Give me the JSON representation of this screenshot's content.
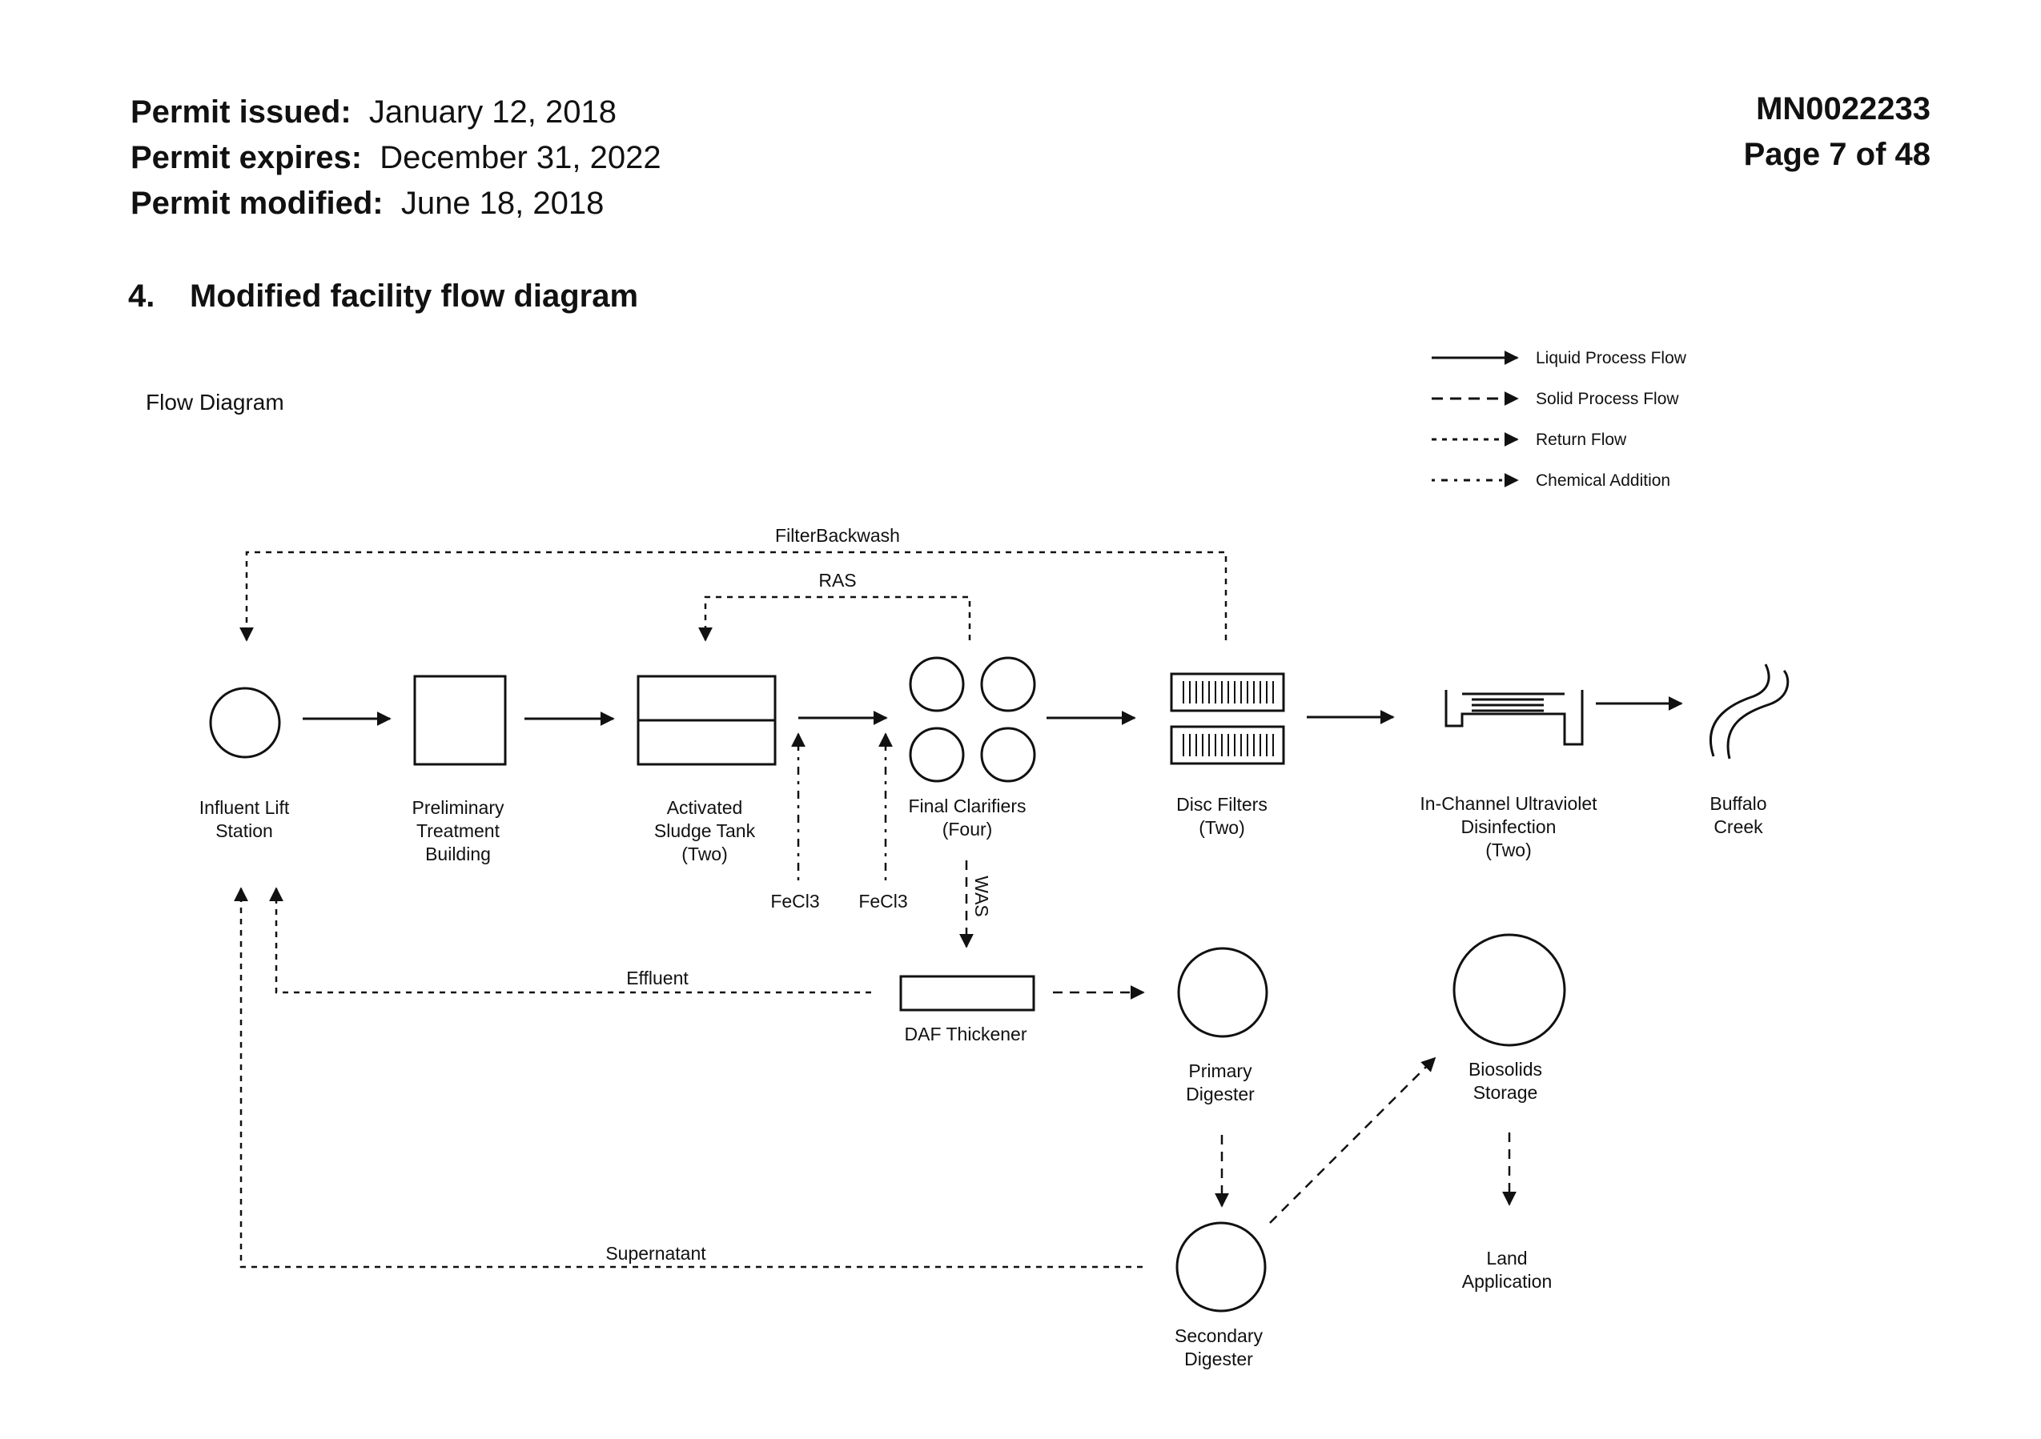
{
  "header": {
    "issued_label": "Permit issued:",
    "issued_value": "January 12, 2018",
    "expires_label": "Permit expires:",
    "expires_value": "December 31, 2022",
    "modified_label": "Permit modified:",
    "modified_value": "June 18, 2018",
    "permit_number": "MN0022233",
    "page": "Page 7 of 48"
  },
  "section": {
    "number": "4.",
    "title": "Modified facility flow diagram"
  },
  "diagram": {
    "caption": "Flow Diagram",
    "legend": [
      {
        "label": "Liquid Process Flow",
        "style": "solid"
      },
      {
        "label": "Solid Process Flow",
        "style": "dashed"
      },
      {
        "label": "Return Flow",
        "style": "dotted"
      },
      {
        "label": "Chemical Addition",
        "style": "dash-dot"
      }
    ],
    "units": {
      "influent": [
        "Influent Lift",
        "Station"
      ],
      "preliminary": [
        "Preliminary",
        "Treatment",
        "Building"
      ],
      "sludge_tank": [
        "Activated",
        "Sludge Tank",
        "(Two)"
      ],
      "clarifiers": [
        "Final Clarifiers",
        "(Four)"
      ],
      "disc_filters": [
        "Disc Filters",
        "(Two)"
      ],
      "uv": [
        "In-Channel Ultraviolet",
        "Disinfection",
        "(Two)"
      ],
      "creek": [
        "Buffalo",
        "Creek"
      ],
      "daf": [
        "DAF Thickener"
      ],
      "primary_digester": [
        "Primary",
        "Digester"
      ],
      "secondary_digester": [
        "Secondary",
        "Digester"
      ],
      "biosolids": [
        "Biosolids",
        "Storage"
      ],
      "land": [
        "Land",
        "Application"
      ]
    },
    "flows": {
      "filter_backwash": "FilterBackwash",
      "ras": "RAS",
      "was": "WAS",
      "effluent": "Effluent",
      "supernatant": "Supernatant",
      "fecl3_a": "FeCl3",
      "fecl3_b": "FeCl3"
    }
  }
}
